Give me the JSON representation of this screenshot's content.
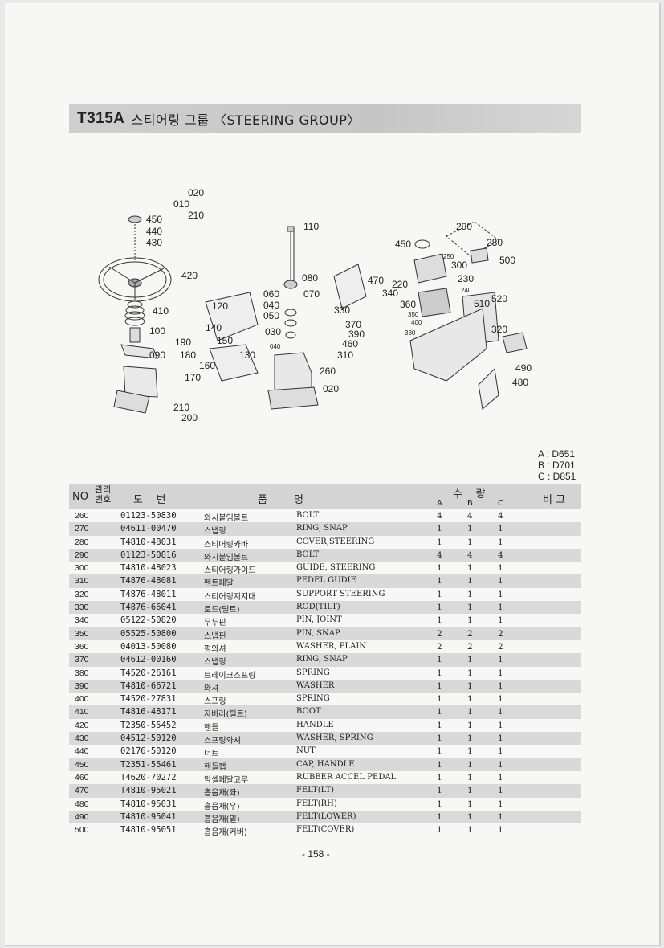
{
  "header": {
    "code": "T315A",
    "title": "스티어링 그룹 〈STEERING GROUP〉"
  },
  "diagram_labels": {
    "l010": "010",
    "l020a": "020",
    "l210a": "210",
    "l450a": "450",
    "l440": "440",
    "l430": "430",
    "l420": "420",
    "l410": "410",
    "l100": "100",
    "l090": "090",
    "l210b": "210",
    "l200": "200",
    "l110": "110",
    "l080": "080",
    "l060": "060",
    "l070": "070",
    "l040a": "040",
    "l050": "050",
    "l030": "030",
    "l040b": "040",
    "l120": "120",
    "l140": "140",
    "l150": "150",
    "l190": "190",
    "l180": "180",
    "l130": "130",
    "l160": "160",
    "l170": "170",
    "l260": "260",
    "l020b": "020",
    "l290": "290",
    "l280": "280",
    "l450b": "450",
    "l250": "250",
    "l300": "300",
    "l500": "500",
    "l470": "470",
    "l220": "220",
    "l340": "340",
    "l230": "230",
    "l240": "240",
    "l520": "520",
    "l510": "510",
    "l360": "360",
    "l330": "330",
    "l350": "350",
    "l370": "370",
    "l400": "400",
    "l390": "390",
    "l380": "380",
    "l460": "460",
    "l310": "310",
    "l320": "320",
    "l490": "490",
    "l480": "480"
  },
  "legend": [
    "A : D651",
    "B : D701",
    "C : D851"
  ],
  "table": {
    "headers": {
      "no": "NO",
      "mgmt": "관리번호",
      "drawing": "도    번",
      "name": "품        명",
      "qty": "수    량",
      "a": "A",
      "b": "B",
      "c": "C",
      "remark": "비 고"
    },
    "rows": [
      {
        "no": "260",
        "pn": "01123-50830",
        "kr": "와시붙임볼트",
        "en": "BOLT",
        "a": "4",
        "b": "4",
        "c": "4"
      },
      {
        "no": "270",
        "pn": "04611-00470",
        "kr": "스냅링",
        "en": "RING, SNAP",
        "a": "1",
        "b": "1",
        "c": "1"
      },
      {
        "no": "280",
        "pn": "T4810-48031",
        "kr": "스티어링카바",
        "en": "COVER,STEERING",
        "a": "1",
        "b": "1",
        "c": "1"
      },
      {
        "no": "290",
        "pn": "01123-50816",
        "kr": "와시붙임볼트",
        "en": "BOLT",
        "a": "4",
        "b": "4",
        "c": "4"
      },
      {
        "no": "300",
        "pn": "T4810-48023",
        "kr": "스티어링가이드",
        "en": "GUIDE, STEERING",
        "a": "1",
        "b": "1",
        "c": "1"
      },
      {
        "no": "310",
        "pn": "T4876-48081",
        "kr": "펜트페달",
        "en": "PEDEL GUDIE",
        "a": "1",
        "b": "1",
        "c": "1"
      },
      {
        "no": "320",
        "pn": "T4876-48011",
        "kr": "스티어링지지대",
        "en": "SUPPORT STEERING",
        "a": "1",
        "b": "1",
        "c": "1"
      },
      {
        "no": "330",
        "pn": "T4876-66041",
        "kr": "로드(틸트)",
        "en": "ROD(TILT)",
        "a": "1",
        "b": "1",
        "c": "1"
      },
      {
        "no": "340",
        "pn": "05122-50820",
        "kr": "무두핀",
        "en": "PIN, JOINT",
        "a": "1",
        "b": "1",
        "c": "1"
      },
      {
        "no": "350",
        "pn": "05525-50800",
        "kr": "스냅핀",
        "en": "PIN, SNAP",
        "a": "2",
        "b": "2",
        "c": "2"
      },
      {
        "no": "360",
        "pn": "04013-50080",
        "kr": "평와셔",
        "en": "WASHER, PLAIN",
        "a": "2",
        "b": "2",
        "c": "2"
      },
      {
        "no": "370",
        "pn": "04612-00160",
        "kr": "스냅링",
        "en": "RING, SNAP",
        "a": "1",
        "b": "1",
        "c": "1"
      },
      {
        "no": "380",
        "pn": "T4520-26161",
        "kr": "브레이크스프링",
        "en": "SPRING",
        "a": "1",
        "b": "1",
        "c": "1"
      },
      {
        "no": "390",
        "pn": "T4810-66721",
        "kr": "와셔",
        "en": "WASHER",
        "a": "1",
        "b": "1",
        "c": "1"
      },
      {
        "no": "400",
        "pn": "T4520-27831",
        "kr": "스프링",
        "en": "SPRING",
        "a": "1",
        "b": "1",
        "c": "1"
      },
      {
        "no": "410",
        "pn": "T4816-48171",
        "kr": "자바라(틸트)",
        "en": "BOOT",
        "a": "1",
        "b": "1",
        "c": "1"
      },
      {
        "no": "420",
        "pn": "T2350-55452",
        "kr": "핸들",
        "en": "HANDLE",
        "a": "1",
        "b": "1",
        "c": "1"
      },
      {
        "no": "430",
        "pn": "04512-50120",
        "kr": "스프링와셔",
        "en": "WASHER, SPRING",
        "a": "1",
        "b": "1",
        "c": "1"
      },
      {
        "no": "440",
        "pn": "02176-50120",
        "kr": "너트",
        "en": "NUT",
        "a": "1",
        "b": "1",
        "c": "1"
      },
      {
        "no": "450",
        "pn": "T2351-55461",
        "kr": "핸들캡",
        "en": "CAP, HANDLE",
        "a": "1",
        "b": "1",
        "c": "1"
      },
      {
        "no": "460",
        "pn": "T4620-70272",
        "kr": "악셀페달고무",
        "en": "RUBBER ACCEL PEDAL",
        "a": "1",
        "b": "1",
        "c": "1"
      },
      {
        "no": "470",
        "pn": "T4810-95021",
        "kr": "흡음재(좌)",
        "en": "FELT(LT)",
        "a": "1",
        "b": "1",
        "c": "1"
      },
      {
        "no": "480",
        "pn": "T4810-95031",
        "kr": "흡음재(우)",
        "en": "FELT(RH)",
        "a": "1",
        "b": "1",
        "c": "1"
      },
      {
        "no": "490",
        "pn": "T4810-95041",
        "kr": "흡음재(밑)",
        "en": "FELT(LOWER)",
        "a": "1",
        "b": "1",
        "c": "1"
      },
      {
        "no": "500",
        "pn": "T4810-95051",
        "kr": "흡음재(커버)",
        "en": "FELT(COVER)",
        "a": "1",
        "b": "1",
        "c": "1"
      }
    ]
  },
  "page_number": "- 158 -"
}
